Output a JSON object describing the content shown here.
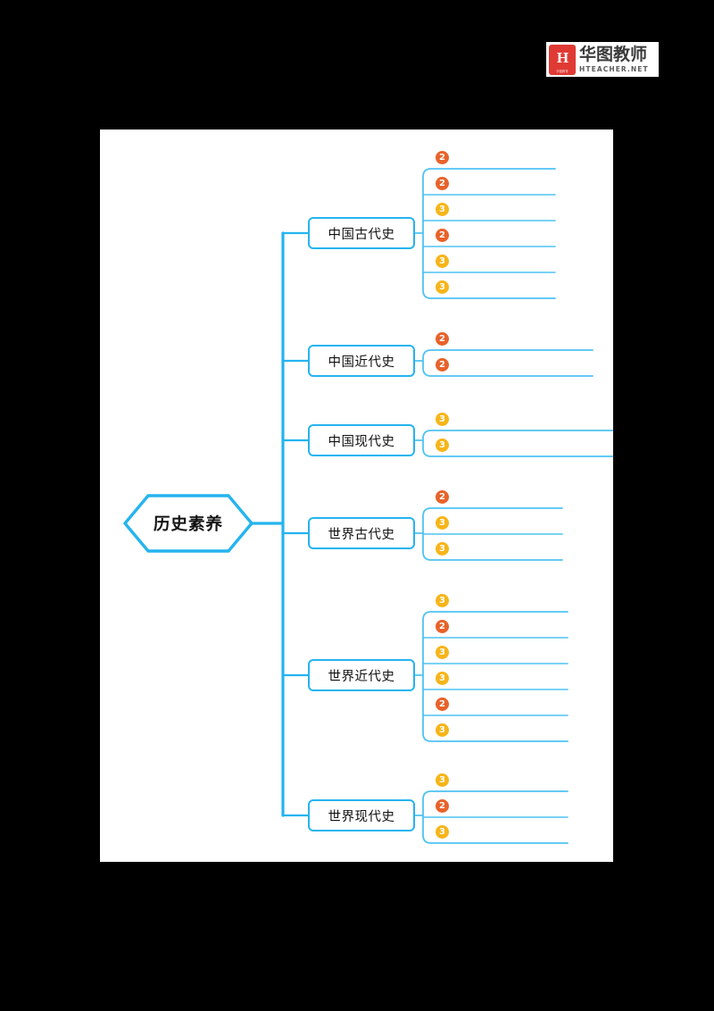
{
  "brand": {
    "mark_glyph": "H",
    "mark_sub": "华图教育",
    "name_cn": "华图教师",
    "name_en": "HTEACHER.NET",
    "mark_color": "#e03a34"
  },
  "colors": {
    "accent_blue": "#25b4ef",
    "branch_line": "#4fc3f2",
    "badge_2": "#e8622a",
    "badge_3": "#f7b519",
    "page_bg": "#000000",
    "panel_bg": "#ffffff"
  },
  "mindmap": {
    "root": {
      "label": "历史素养"
    },
    "branches": [
      {
        "id": "china-ancient",
        "label": "中国古代史",
        "leaves": [
          {
            "badge": "2",
            "text": ""
          },
          {
            "badge": "2",
            "text": ""
          },
          {
            "badge": "3",
            "text": ""
          },
          {
            "badge": "2",
            "text": ""
          },
          {
            "badge": "3",
            "text": ""
          },
          {
            "badge": "3",
            "text": ""
          }
        ]
      },
      {
        "id": "china-modern",
        "label": "中国近代史",
        "leaves": [
          {
            "badge": "2",
            "text": ""
          },
          {
            "badge": "2",
            "text": ""
          }
        ]
      },
      {
        "id": "china-contemporary",
        "label": "中国现代史",
        "leaves": [
          {
            "badge": "3",
            "text": ""
          },
          {
            "badge": "3",
            "text": ""
          }
        ]
      },
      {
        "id": "world-ancient",
        "label": "世界古代史",
        "leaves": [
          {
            "badge": "2",
            "text": ""
          },
          {
            "badge": "3",
            "text": ""
          },
          {
            "badge": "3",
            "text": ""
          }
        ]
      },
      {
        "id": "world-modern",
        "label": "世界近代史",
        "leaves": [
          {
            "badge": "3",
            "text": ""
          },
          {
            "badge": "2",
            "text": ""
          },
          {
            "badge": "3",
            "text": ""
          },
          {
            "badge": "3",
            "text": ""
          },
          {
            "badge": "2",
            "text": ""
          },
          {
            "badge": "3",
            "text": ""
          }
        ]
      },
      {
        "id": "world-contemporary",
        "label": "世界现代史",
        "leaves": [
          {
            "badge": "3",
            "text": ""
          },
          {
            "badge": "2",
            "text": ""
          },
          {
            "badge": "3",
            "text": ""
          }
        ]
      }
    ]
  }
}
